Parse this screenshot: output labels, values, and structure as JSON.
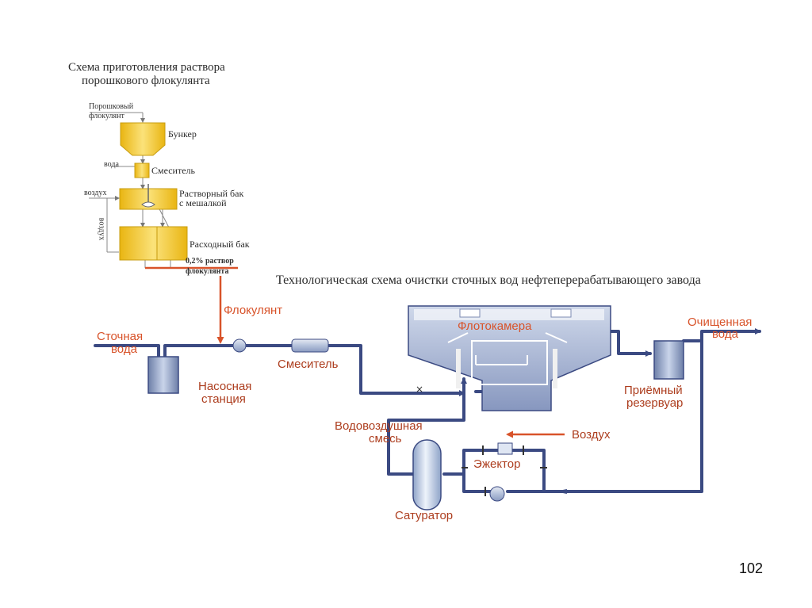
{
  "prep": {
    "title_line1": "Схема приготовления раствора",
    "title_line2": "порошкового флокулянта",
    "input_line1": "Порошковый",
    "input_line2": "флокулянт",
    "bunker": "Бункер",
    "water": "вода",
    "mixer": "Смеситель",
    "air": "воздух",
    "tank1_line1": "Растворный бак",
    "tank1_line2": "с мешалкой",
    "air_vertical": "воздух",
    "tank2": "Расходный бак",
    "out_line1": "0,2% раствор",
    "out_line2": "флокулянта"
  },
  "main": {
    "title": "Технологическая схема очистки сточных вод нефтеперерабатывающего завода",
    "flocculant": "Флокулянт",
    "wastewater_line1": "Сточная",
    "wastewater_line2": "вода",
    "pump_station_line1": "Насосная",
    "pump_station_line2": "станция",
    "mixer": "Смеситель",
    "flotation": "Флотокамера",
    "treated_line1": "Очищенная",
    "treated_line2": "вода",
    "receiver_line1": "Приёмный",
    "receiver_line2": "резервуар",
    "water_air_line1": "Водовоздушная",
    "water_air_line2": "смесь",
    "air": "Воздух",
    "ejector": "Эжектор",
    "saturator": "Сатуратор"
  },
  "page_number": "102",
  "colors": {
    "pipe": "#3b4a82",
    "label_red": "#d8532a",
    "label_dark_red": "#ad3e1f",
    "tank_yellow": "#f2c820",
    "vessel_blue": "#9aaed4"
  }
}
